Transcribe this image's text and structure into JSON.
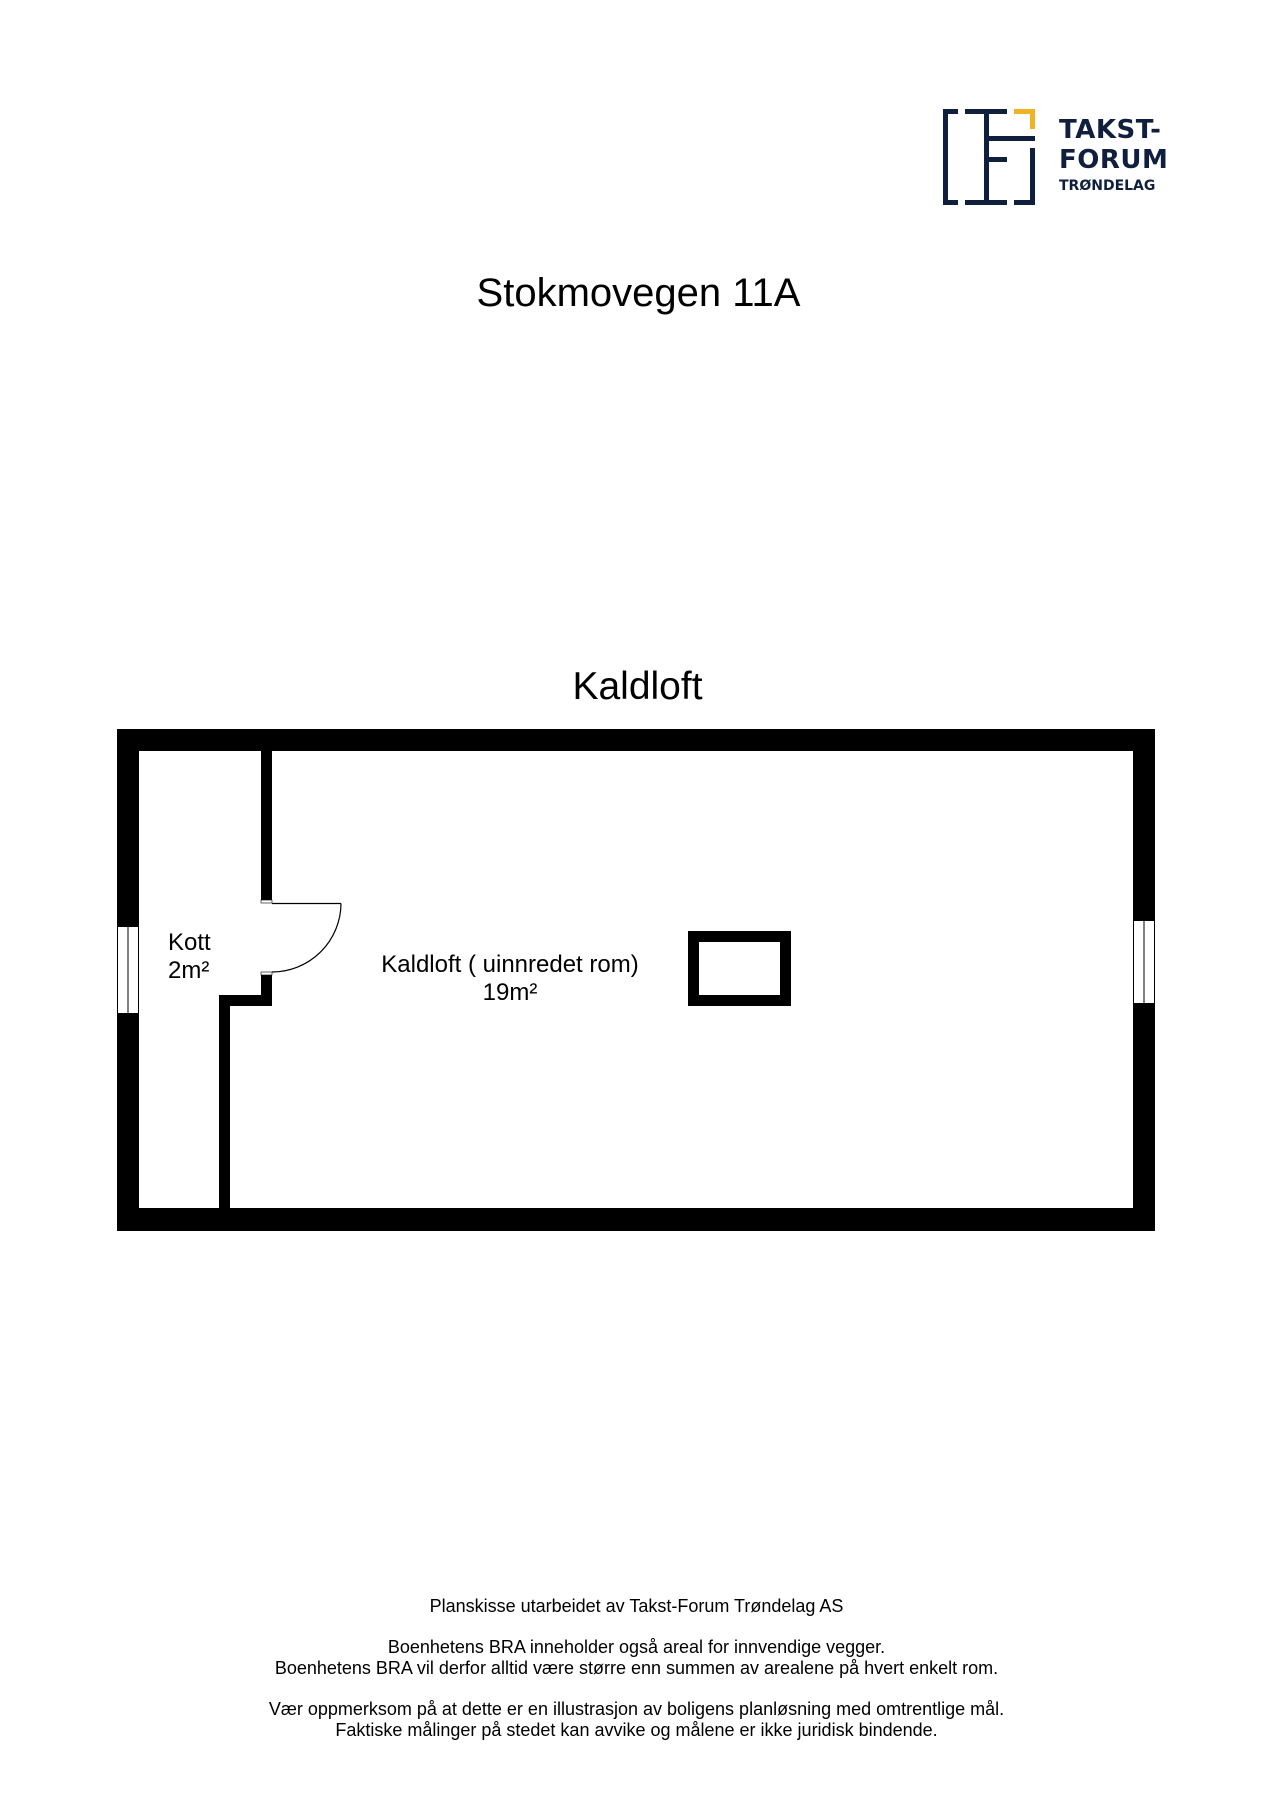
{
  "logo": {
    "line1": "TAKST-",
    "line2": "FORUM",
    "line3": "TRØNDELAG",
    "colors": {
      "navy": "#0f1f3d",
      "gold": "#f0b323"
    }
  },
  "header": {
    "address": "Stokmovegen 11A"
  },
  "floor": {
    "name": "Kaldloft",
    "rooms": [
      {
        "name": "Kott",
        "area": "2m²"
      },
      {
        "name": "Kaldloft ( uinnredet rom)",
        "area": "19m²"
      }
    ],
    "features": [
      "door",
      "window-left",
      "window-right",
      "roof-hatch"
    ]
  },
  "footer": {
    "line1": "Planskisse utarbeidet av Takst-Forum Trøndelag AS",
    "line2": "Boenhetens BRA inneholder også areal for innvendige vegger.",
    "line3": "Boenhetens BRA vil derfor alltid være større enn summen av arealene på hvert enkelt rom.",
    "line4": "Vær oppmerksom på at dette er en illustrasjon av boligens planløsning med omtrentlige mål.",
    "line5": "Faktiske målinger på stedet kan avvike og målene er ikke juridisk bindende."
  }
}
